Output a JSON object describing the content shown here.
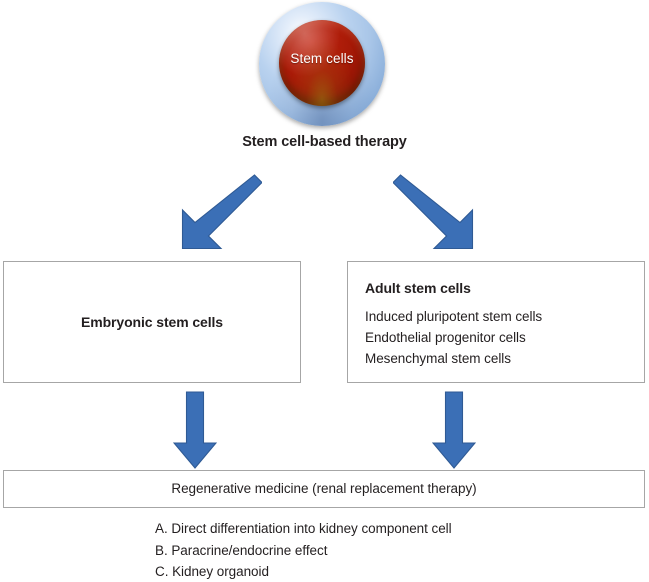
{
  "diagram": {
    "title": "Stem cell-based therapy",
    "node_root": {
      "label": "Stem cells",
      "fill_color": "#a81a07",
      "ring_color": "#a9c6e8"
    },
    "arrows": {
      "color": "#3b6fb6",
      "left_branch_name": "arrow-to-embryonic",
      "right_branch_name": "arrow-to-adult",
      "down_left_name": "arrow-embryonic-to-regenerative",
      "down_right_name": "arrow-adult-to-regenerative"
    },
    "box_embryonic": {
      "title": "Embryonic stem cells"
    },
    "box_adult": {
      "title": "Adult stem cells",
      "items": [
        "Induced pluripotent stem cells",
        "Endothelial progenitor cells",
        "Mesenchymal stem cells"
      ]
    },
    "box_regenerative": {
      "title": "Regenerative medicine (renal replacement therapy)"
    },
    "options": [
      "A. Direct differentiation into kidney component cell",
      "B. Paracrine/endocrine effect",
      "C. Kidney organoid"
    ],
    "colors": {
      "box_border": "#a6a6a6",
      "text": "#231f20",
      "arrow_fill": "#3b6fb6",
      "arrow_stroke": "#2f5a94"
    }
  }
}
